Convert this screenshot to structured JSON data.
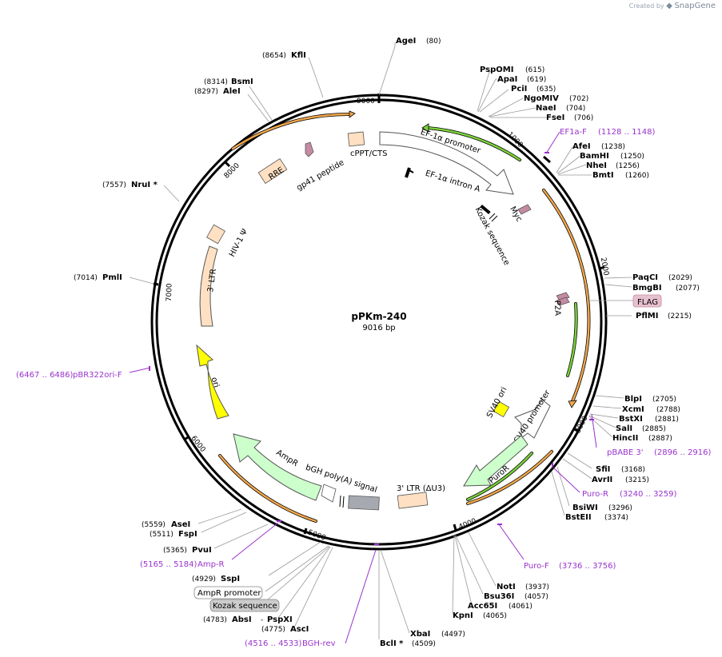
{
  "watermark": {
    "created_by": "Created by",
    "brand": "SnapGene"
  },
  "plasmid": {
    "name": "pPKm-240",
    "length_text": "9016 bp",
    "length": 9016
  },
  "ticks": [
    "1000",
    "2000",
    "3000",
    "4000",
    "5000",
    "6000",
    "7000",
    "8000",
    "9000"
  ],
  "sites_top": [
    {
      "name": "AgeI",
      "pos": "(80)"
    },
    {
      "name": "KflI",
      "pos": "(8654)"
    },
    {
      "name": "BsmI",
      "pos": "(8314)"
    },
    {
      "name": "AleI",
      "pos": "(8297)"
    },
    {
      "name": "NruI *",
      "pos": "(7557)"
    },
    {
      "name": "PmlI",
      "pos": "(7014)"
    }
  ],
  "sites_right": [
    {
      "name": "PspOMI",
      "pos": "(615)"
    },
    {
      "name": "ApaI",
      "pos": "(619)"
    },
    {
      "name": "PciI",
      "pos": "(635)"
    },
    {
      "name": "NgoMIV",
      "pos": "(702)"
    },
    {
      "name": "NaeI",
      "pos": "(704)"
    },
    {
      "name": "FseI",
      "pos": "(706)"
    },
    {
      "name": "AfeI",
      "pos": "(1238)"
    },
    {
      "name": "BamHI",
      "pos": "(1250)"
    },
    {
      "name": "NheI",
      "pos": "(1256)"
    },
    {
      "name": "BmtI",
      "pos": "(1260)"
    },
    {
      "name": "PaqCI",
      "pos": "(2029)"
    },
    {
      "name": "BmgBI",
      "pos": "(2077)"
    },
    {
      "name": "PflMI",
      "pos": "(2215)"
    },
    {
      "name": "BlpI",
      "pos": "(2705)"
    },
    {
      "name": "XcmI",
      "pos": "(2788)"
    },
    {
      "name": "BstXI",
      "pos": "(2881)"
    },
    {
      "name": "SalI",
      "pos": "(2885)"
    },
    {
      "name": "HincII",
      "pos": "(2887)"
    },
    {
      "name": "SfiI",
      "pos": "(3168)"
    },
    {
      "name": "AvrII",
      "pos": "(3215)"
    },
    {
      "name": "BsiWI",
      "pos": "(3296)"
    },
    {
      "name": "BstEII",
      "pos": "(3374)"
    }
  ],
  "sites_bottom": [
    {
      "name": "NotI",
      "pos": "(3937)"
    },
    {
      "name": "Bsu36I",
      "pos": "(4057)"
    },
    {
      "name": "Acc65I",
      "pos": "(4061)"
    },
    {
      "name": "KpnI",
      "pos": "(4065)"
    },
    {
      "name": "XbaI",
      "pos": "(4497)"
    },
    {
      "name": "BclI *",
      "pos": "(4509)"
    }
  ],
  "sites_left": [
    {
      "name": "AseI",
      "pos": "(5559)"
    },
    {
      "name": "FspI",
      "pos": "(5511)"
    },
    {
      "name": "PvuI",
      "pos": "(5365)"
    },
    {
      "name": "SspI",
      "pos": "(4929)"
    },
    {
      "name": "AbsI",
      "pos": "(4783)"
    },
    {
      "name": "PspXI",
      "pos": ""
    },
    {
      "name": "AscI",
      "pos": "(4775)"
    }
  ],
  "primers": [
    {
      "name": "EF1a-F",
      "range": "(1128 .. 1148)"
    },
    {
      "name": "pBABE 3'",
      "range": "(2896 .. 2916)"
    },
    {
      "name": "Puro-R",
      "range": "(3240 .. 3259)"
    },
    {
      "name": "Puro-F",
      "range": "(3736 .. 3756)"
    },
    {
      "name": "BGH-rev",
      "range": "(4516 .. 4533)"
    },
    {
      "name": "Amp-R",
      "range": "(5165 .. 5184)"
    },
    {
      "name": "pBR322ori-F",
      "range": "(6467 .. 6486)"
    }
  ],
  "boxed_labels": {
    "flag": "FLAG",
    "ampr_promoter": "AmpR promoter",
    "kozak_out": "Kozak sequence"
  },
  "features": {
    "ef1a_promoter": "EF-1α promoter",
    "ef1a_intron": "EF-1α intron A",
    "myc": "Myc",
    "kozak_in": "Kozak sequence",
    "p2a": "P2A",
    "sv40_ori": "SV40 ori",
    "sv40_promoter": "SV40 promoter",
    "puror": "PuroR",
    "ltr3_du3": "3' LTR (ΔU3)",
    "bgh": "bGH poly(A) signal",
    "ampr": "AmpR",
    "ori": "ori",
    "ltr3": "3' LTR",
    "hiv": "HIV-1 Ψ",
    "rre": "RRE",
    "gp41": "gp41 peptide",
    "cppt": "cPPT/CTS"
  },
  "colors": {
    "backbone": "#000000",
    "orange_arc": "#f0a64a",
    "green_arc": "#7bd13b",
    "primer": "#9933cc",
    "promoter_fill": "#ffffff",
    "origin_fill": "#ffff00",
    "marker_fill": "#ccffcc",
    "ltr_fill": "#ffe0c2",
    "tag_fill": "#c48ba2",
    "bgh_fill": "#a6aab0"
  }
}
